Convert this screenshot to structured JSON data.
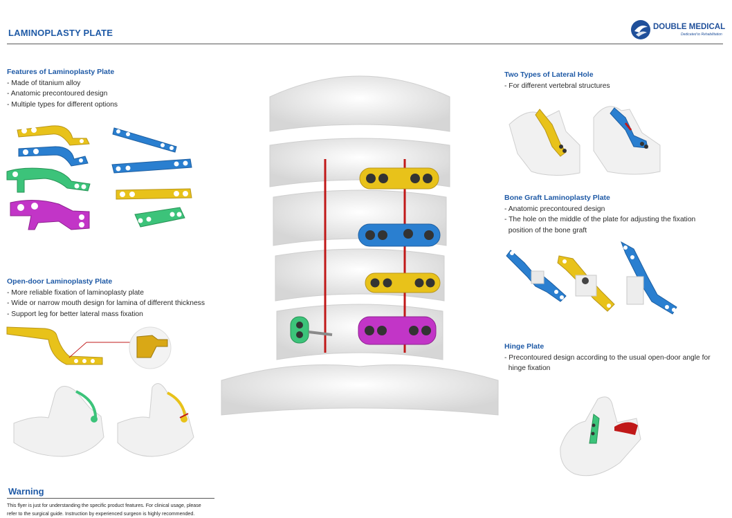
{
  "header": {
    "title": "LAMINOPLASTY PLATE",
    "brand_name": "DOUBLE MEDICAL",
    "brand_tagline": "Dedicated to Rehabilitation",
    "brand_color": "#1f4f9a"
  },
  "features": {
    "heading": "Features of Laminoplasty Plate",
    "items": [
      "- Made of titanium alloy",
      "- Anatomic precontoured design",
      "- Multiple types for different options"
    ]
  },
  "open_door": {
    "heading": "Open-door Laminoplasty Plate",
    "items": [
      "- More reliable fixation of laminoplasty plate",
      "- Wide or narrow mouth design for lamina of different thickness",
      "- Support leg for better lateral mass fixation"
    ]
  },
  "lateral_hole": {
    "heading": "Two Types of Lateral Hole",
    "items": [
      "- For different vertebral structures"
    ]
  },
  "bone_graft": {
    "heading": "Bone Graft Laminoplasty Plate",
    "items": [
      "- Anatomic precontoured design",
      "- The hole on the middle of the plate for adjusting the fixation",
      "  position of the bone graft"
    ]
  },
  "hinge": {
    "heading": "Hinge Plate",
    "items": [
      "- Precontoured design according to the usual open-door angle for",
      "  hinge fixation"
    ]
  },
  "warning": {
    "heading": "Warning",
    "lines": [
      "This flyer is just for understanding the specific product features. For clinical usage, please",
      "refer to the surgical guide. Instruction by experienced surgeon is highly recommended."
    ]
  },
  "colors": {
    "accent_blue": "#1f5aa6",
    "plate_gold": "#e8c21a",
    "plate_blue": "#2a7fd0",
    "plate_green": "#3cc37a",
    "plate_magenta": "#c235c7",
    "bone": "#f1f1f1",
    "incision_red": "#c01818"
  }
}
